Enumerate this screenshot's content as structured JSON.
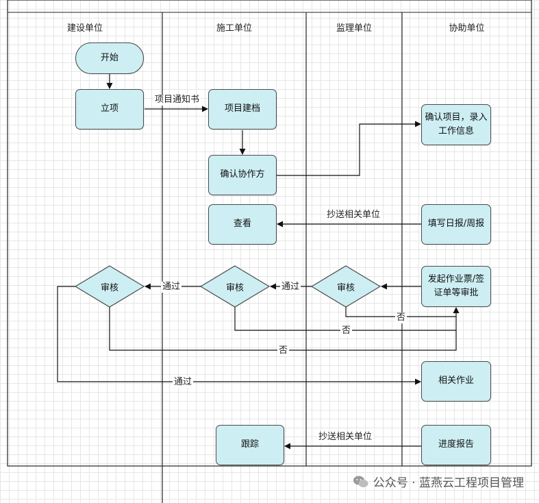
{
  "diagram": {
    "title": "（标题文字被裁切）",
    "lanes": [
      {
        "key": "owner",
        "label": "建设单位"
      },
      {
        "key": "contractor",
        "label": "施工单位"
      },
      {
        "key": "supervisor",
        "label": "监理单位"
      },
      {
        "key": "assistant",
        "label": "协助单位"
      }
    ],
    "nodes": {
      "start": "开始",
      "lixiang": "立项",
      "jiandang": "项目建档",
      "queren_xiezuo": "确认协作方",
      "chakan": "查看",
      "queren_luru": "确认项目，录入工作信息",
      "tianxie": "填写日报/周报",
      "faqi": "发起作业票/签证单等审批",
      "xiangguan": "相关作业",
      "genzong": "跟踪",
      "jindu": "进度报告",
      "shenhe_owner": "审核",
      "shenhe_contractor": "审核",
      "shenhe_supervisor": "审核"
    },
    "edge_labels": {
      "notice": "项目通知书",
      "cc1": "抄送相关单位",
      "pass1": "通过",
      "pass2": "通过",
      "pass3": "通过",
      "no1": "否",
      "no2": "否",
      "no3": "否",
      "cc2": "抄送相关单位"
    }
  },
  "watermark": {
    "icon": "wechat-icon",
    "text": "公众号 · 蓝燕云工程项目管理"
  }
}
